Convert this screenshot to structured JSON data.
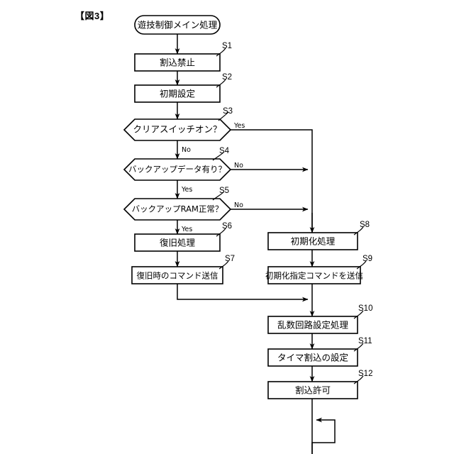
{
  "figure": {
    "label": "【図3】",
    "title_note": ""
  },
  "colors": {
    "background": "#ffffff",
    "stroke": "#000000",
    "shape_fill": "#ffffff"
  },
  "chart_data": {
    "type": "diagram",
    "diagram_kind": "flowchart",
    "title": "【図3】",
    "orientation": "top-to-bottom, two columns",
    "nodes": [
      {
        "id": "start",
        "shape": "terminator",
        "label": "遊技制御メイン処理",
        "ref": "",
        "column": "left"
      },
      {
        "id": "S1",
        "shape": "process",
        "label": "割込禁止",
        "ref": "S1",
        "column": "left"
      },
      {
        "id": "S2",
        "shape": "process",
        "label": "初期設定",
        "ref": "S2",
        "column": "left"
      },
      {
        "id": "S3",
        "shape": "decision",
        "label": "クリアスイッチオン？",
        "ref": "S3",
        "column": "left"
      },
      {
        "id": "S4",
        "shape": "decision",
        "label": "バックアップデータ有り？",
        "ref": "S4",
        "column": "left"
      },
      {
        "id": "S5",
        "shape": "decision",
        "label": "バックアップRAM正常？",
        "ref": "S5",
        "column": "left"
      },
      {
        "id": "S6",
        "shape": "process",
        "label": "復旧処理",
        "ref": "S6",
        "column": "left"
      },
      {
        "id": "S7",
        "shape": "process",
        "label": "復旧時のコマンド送信",
        "ref": "S7",
        "column": "left"
      },
      {
        "id": "S8",
        "shape": "process",
        "label": "初期化処理",
        "ref": "S8",
        "column": "right"
      },
      {
        "id": "S9",
        "shape": "process",
        "label": "初期化指定コマンドを送信",
        "ref": "S9",
        "column": "right"
      },
      {
        "id": "S10",
        "shape": "process",
        "label": "乱数回路設定処理",
        "ref": "S10",
        "column": "right"
      },
      {
        "id": "S11",
        "shape": "process",
        "label": "タイマ割込の設定",
        "ref": "S11",
        "column": "right"
      },
      {
        "id": "S12",
        "shape": "process",
        "label": "割込許可",
        "ref": "S12",
        "column": "right"
      }
    ],
    "edges": [
      {
        "from": "start",
        "to": "S1",
        "label": ""
      },
      {
        "from": "S1",
        "to": "S2",
        "label": ""
      },
      {
        "from": "S2",
        "to": "S3",
        "label": ""
      },
      {
        "from": "S3",
        "to": "S4",
        "label": "No"
      },
      {
        "from": "S3",
        "to": "S8",
        "label": "Yes"
      },
      {
        "from": "S4",
        "to": "S5",
        "label": "Yes"
      },
      {
        "from": "S4",
        "to": "S8",
        "label": "No"
      },
      {
        "from": "S5",
        "to": "S6",
        "label": "Yes"
      },
      {
        "from": "S5",
        "to": "S8",
        "label": "No"
      },
      {
        "from": "S6",
        "to": "S7",
        "label": ""
      },
      {
        "from": "S7",
        "to": "S10",
        "label": ""
      },
      {
        "from": "S8",
        "to": "S9",
        "label": ""
      },
      {
        "from": "S9",
        "to": "S10",
        "label": ""
      },
      {
        "from": "S10",
        "to": "S11",
        "label": ""
      },
      {
        "from": "S11",
        "to": "S12",
        "label": ""
      },
      {
        "from": "S12",
        "to": "loop",
        "label": ""
      }
    ],
    "edge_label_values": [
      "Yes",
      "No"
    ],
    "step_refs": [
      "S1",
      "S2",
      "S3",
      "S4",
      "S5",
      "S6",
      "S7",
      "S8",
      "S9",
      "S10",
      "S11",
      "S12"
    ]
  },
  "labels": {
    "start": "遊技制御メイン処理",
    "s1": "割込禁止",
    "s2": "初期設定",
    "s3": "クリアスイッチオン？",
    "s4": "バックアップデータ有り？",
    "s5": "バックアップRAM正常？",
    "s6": "復旧処理",
    "s7": "復旧時のコマンド送信",
    "s8": "初期化処理",
    "s9": "初期化指定コマンドを送信",
    "s10": "乱数回路設定処理",
    "s11": "タイマ割込の設定",
    "s12": "割込許可"
  },
  "refs": {
    "s1": "S1",
    "s2": "S2",
    "s3": "S3",
    "s4": "S4",
    "s5": "S5",
    "s6": "S6",
    "s7": "S7",
    "s8": "S8",
    "s9": "S9",
    "s10": "S10",
    "s11": "S11",
    "s12": "S12"
  },
  "edge_labels": {
    "s3_yes": "Yes",
    "s3_no": "No",
    "s4_no": "No",
    "s4_yes": "Yes",
    "s5_no": "No",
    "s5_yes": "Yes"
  }
}
